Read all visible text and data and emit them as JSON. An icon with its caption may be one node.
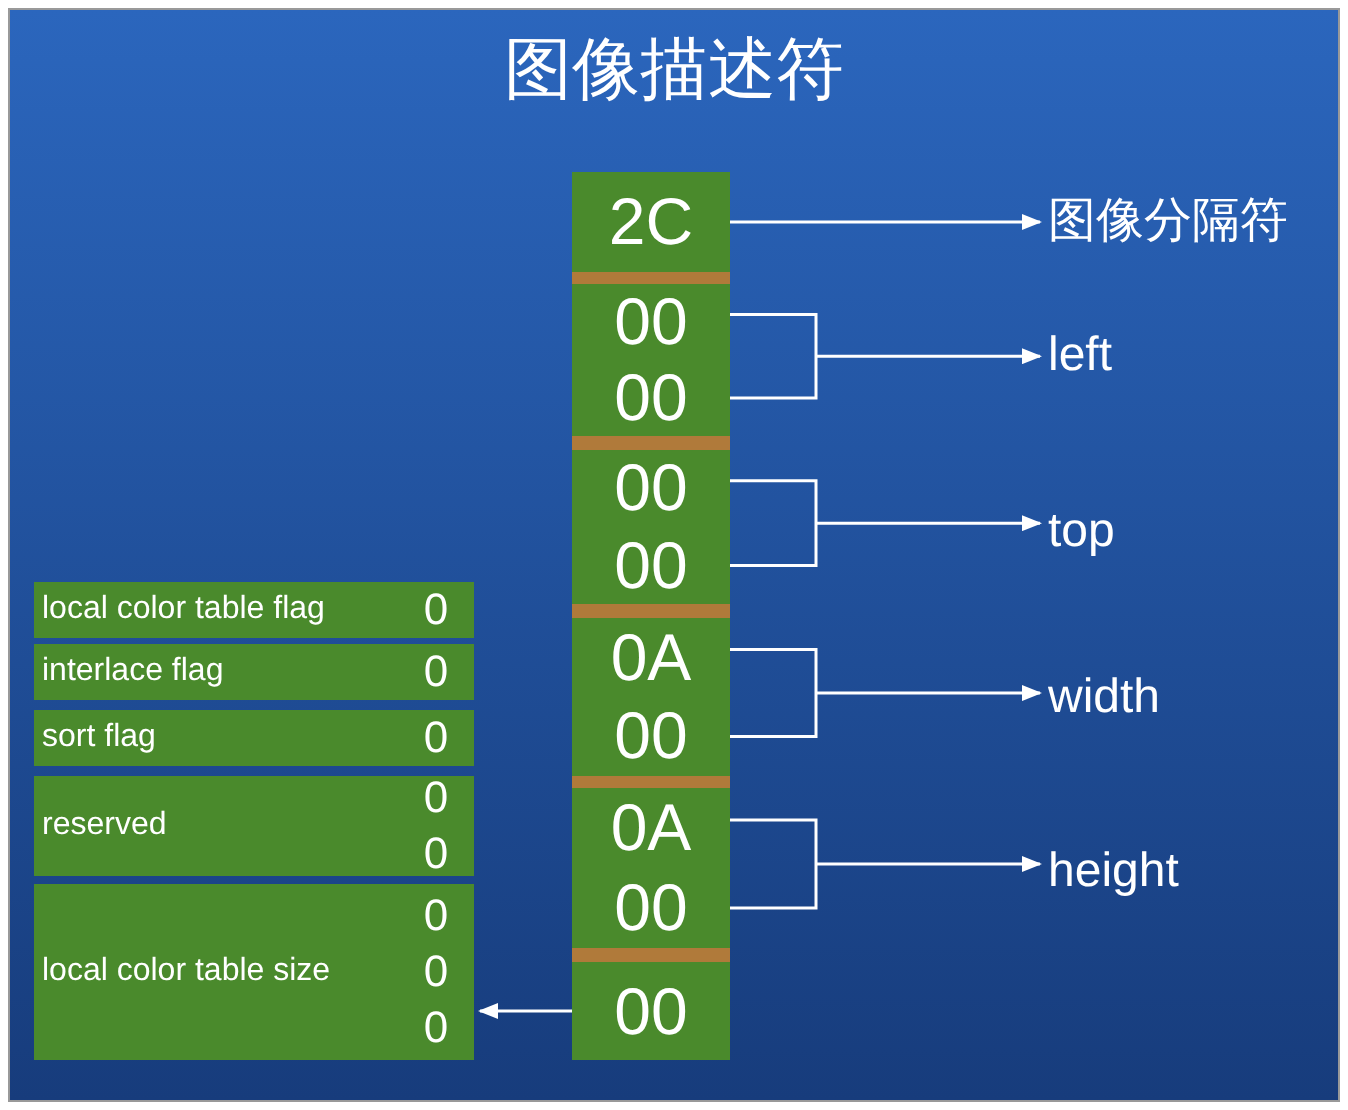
{
  "diagram": {
    "title": "图像描述符",
    "nodes": [
      {
        "text": [
          "2C"
        ]
      },
      {
        "text": [
          "图像分隔符"
        ]
      },
      {
        "text": [
          "00",
          "00"
        ]
      },
      {
        "text": [
          "left"
        ]
      },
      {
        "text": [
          "00",
          "00"
        ]
      },
      {
        "text": [
          "top"
        ]
      },
      {
        "text": [
          "0A",
          "00"
        ]
      },
      {
        "text": [
          "width"
        ]
      },
      {
        "text": [
          "0A",
          "00"
        ]
      },
      {
        "text": [
          "height"
        ]
      },
      {
        "text": [
          "00"
        ]
      },
      {
        "text": [
          "local color table flag",
          "0"
        ]
      },
      {
        "text": [
          "interlace flag",
          "0"
        ]
      },
      {
        "text": [
          "sort flag",
          "0"
        ]
      },
      {
        "text": [
          "reserved",
          "0 0"
        ]
      },
      {
        "text": [
          "local color table size",
          "0 0 0"
        ]
      }
    ],
    "edges": [
      {
        "from": 0,
        "to": 1,
        "arrow": "to"
      },
      {
        "from": 2,
        "to": 3,
        "arrow": "to"
      },
      {
        "from": 4,
        "to": 5,
        "arrow": "to"
      },
      {
        "from": 6,
        "to": 7,
        "arrow": "to"
      },
      {
        "from": 8,
        "to": 9,
        "arrow": "to"
      },
      {
        "from": 10,
        "to": 15,
        "arrow": "to"
      }
    ]
  }
}
